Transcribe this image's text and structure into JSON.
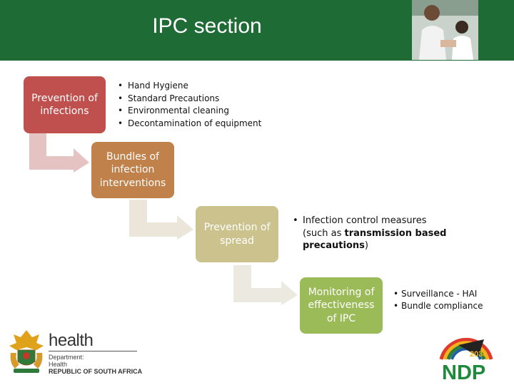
{
  "header": {
    "title": "IPC section"
  },
  "boxes": {
    "prevention_infections": [
      "Prevention of",
      "infections"
    ],
    "bundles": [
      "Bundles of",
      "infection",
      "interventions"
    ],
    "prevention_spread": [
      "Prevention of",
      "spread"
    ],
    "monitoring": [
      "Monitoring of",
      "effectiveness",
      "of IPC"
    ]
  },
  "lists": {
    "infection_items": [
      "Hand Hygiene",
      "Standard Precautions",
      "Environmental cleaning",
      "Decontamination of equipment"
    ],
    "spread_item": {
      "line1": "Infection control measures",
      "line2_pre": "(such as ",
      "line2_bold": "transmission based",
      "line3_bold": "precautions",
      "line3_post": ")"
    },
    "monitoring_items": [
      "Surveillance - HAI",
      "Bundle compliance"
    ]
  },
  "logo": {
    "name": "health",
    "dept": "Department:",
    "dept2": "Health",
    "country": "REPUBLIC OF SOUTH AFRICA"
  },
  "ndp": {
    "year": "2030",
    "name": "NDP"
  },
  "colors": {
    "header": "#1e6b35",
    "box1": "#c0504d",
    "box2": "#c0814a",
    "box3": "#ccc28e",
    "box4": "#9bbb59"
  }
}
